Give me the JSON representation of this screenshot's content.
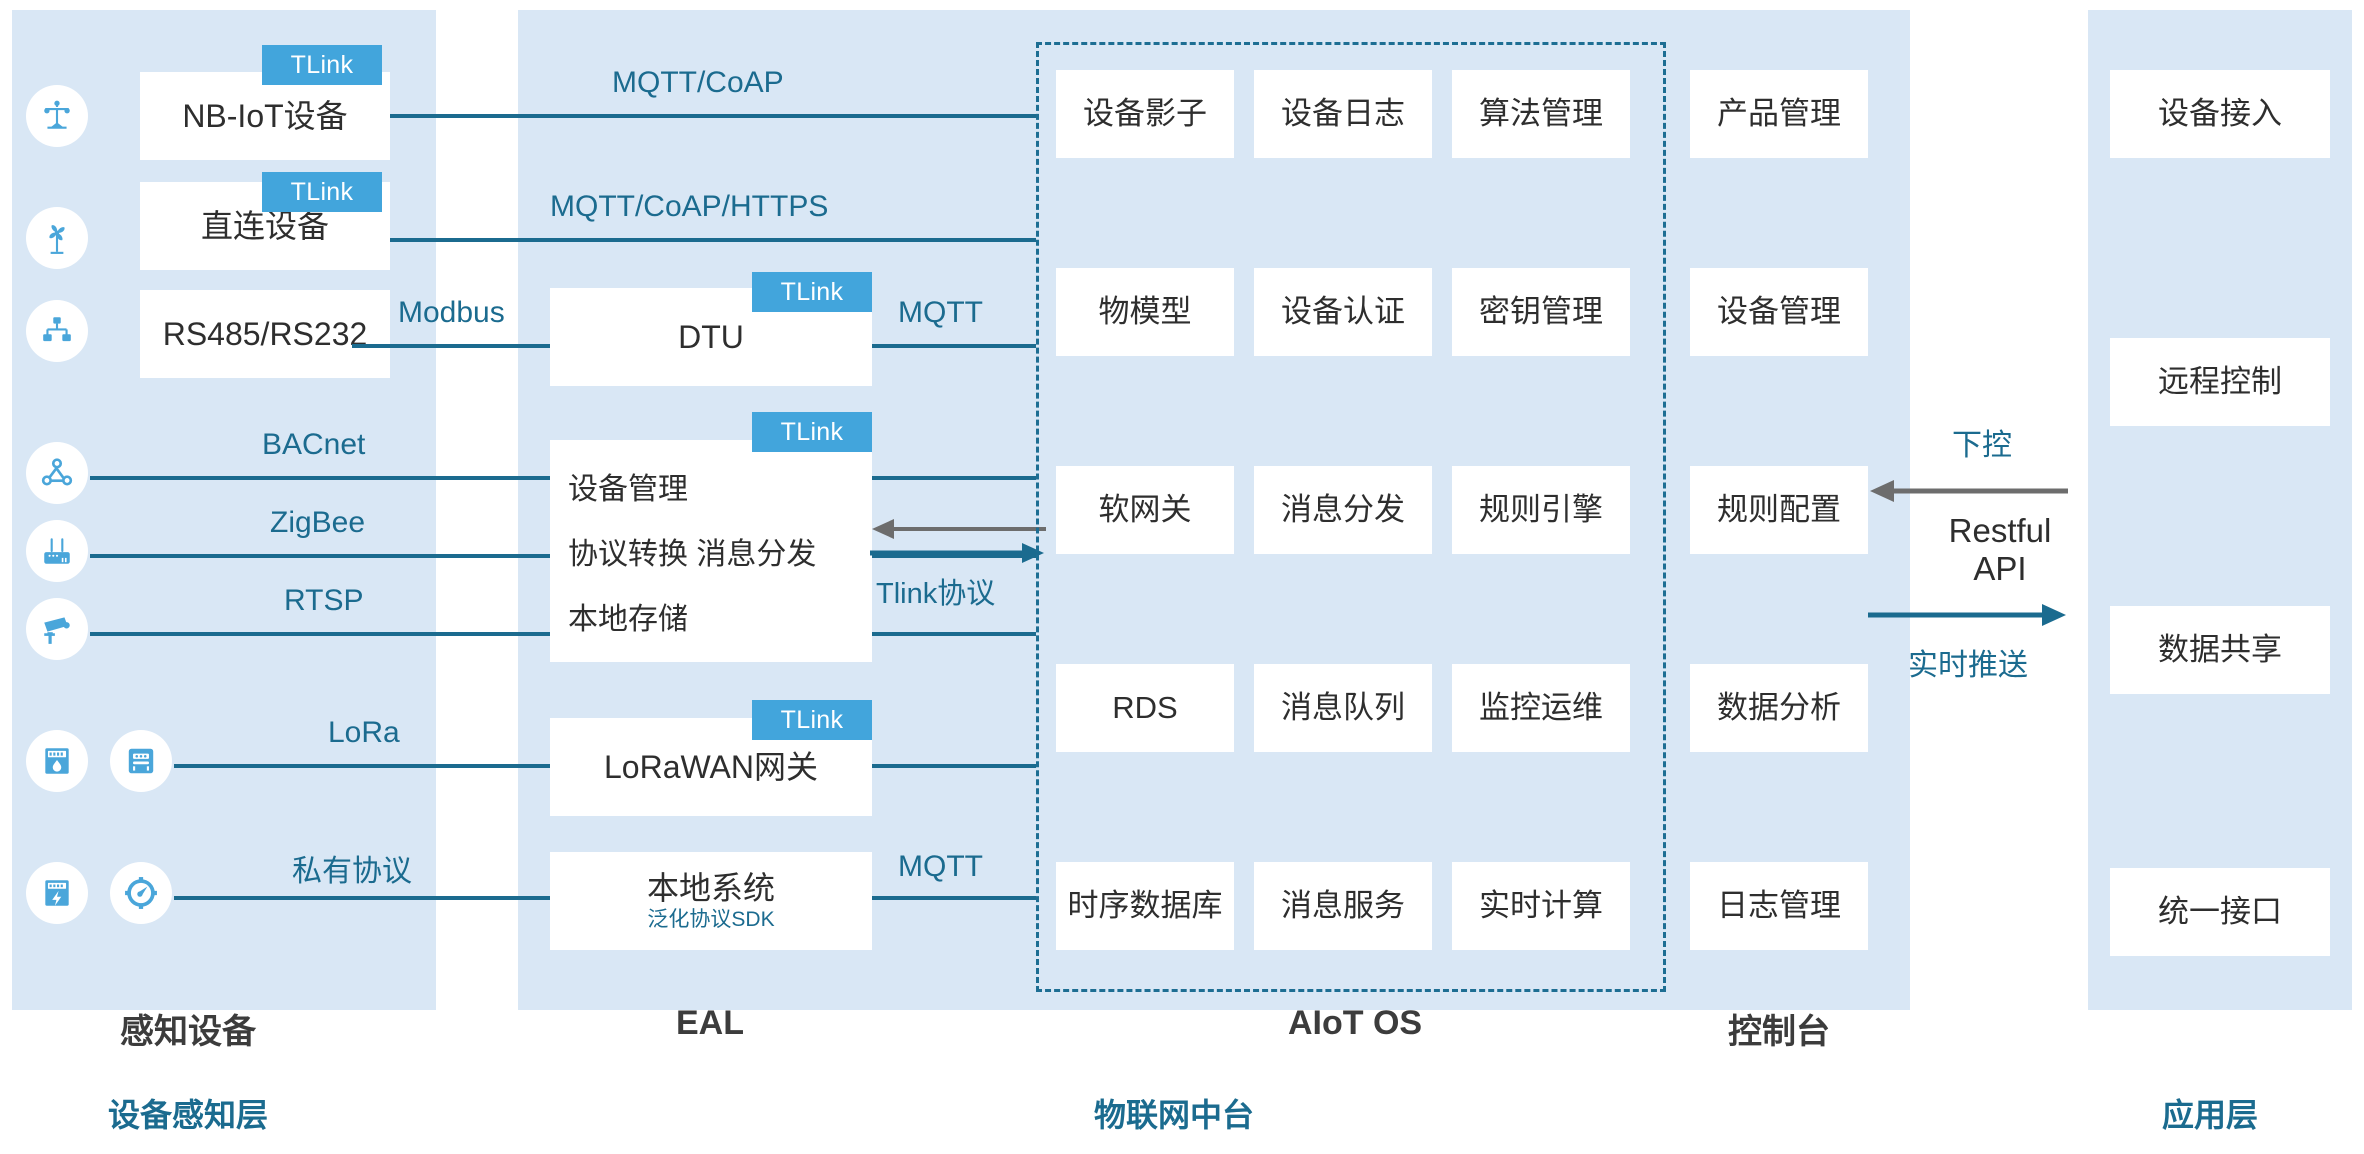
{
  "panels": {
    "sensing": {
      "column_title": "感知设备",
      "layer_title": "设备感知层"
    },
    "middle": {
      "eal_title": "EAL",
      "aiot_title": "AIoT OS",
      "console_title": "控制台",
      "layer_title": "物联网中台"
    },
    "application": {
      "layer_title": "应用层"
    }
  },
  "badge": {
    "tlink": "TLink"
  },
  "devices": [
    {
      "label": "NB-IoT设备",
      "icon": "nbiot-tower-icon",
      "protocol": "MQTT/CoAP"
    },
    {
      "label": "直连设备",
      "icon": "windmill-icon",
      "protocol": "MQTT/CoAP/HTTPS"
    },
    {
      "label": "RS485/RS232",
      "icon": "network-topology-icon",
      "protocol": "Modbus"
    }
  ],
  "bare_devices": [
    {
      "icon": "bacnet-node-icon",
      "protocol": "BACnet"
    },
    {
      "icon": "router-icon",
      "protocol": "ZigBee"
    },
    {
      "icon": "camera-icon",
      "protocol": "RTSP"
    },
    {
      "icon": "water-meter-icon",
      "icon2": "gas-meter-icon",
      "protocol": "LoRa"
    },
    {
      "icon": "electric-meter-icon",
      "icon2": "gauge-icon",
      "protocol": "私有协议"
    }
  ],
  "eal": {
    "dtu": {
      "label": "DTU",
      "badge": "TLink",
      "out_protocol": "MQTT"
    },
    "gateway": {
      "badge": "TLink",
      "rows": [
        "设备管理",
        "协议转换  消息分发",
        "本地存储"
      ],
      "out_protocol": "Tlink协议"
    },
    "lorawan": {
      "label": "LoRaWAN网关",
      "badge": "TLink"
    },
    "local_system": {
      "label": "本地系统",
      "sub": "泛化协议SDK",
      "out_protocol": "MQTT"
    }
  },
  "aiot_os_grid": [
    [
      "设备影子",
      "设备日志",
      "算法管理"
    ],
    [
      "物模型",
      "设备认证",
      "密钥管理"
    ],
    [
      "软网关",
      "消息分发",
      "规则引擎"
    ],
    [
      "RDS",
      "消息队列",
      "监控运维"
    ],
    [
      "时序数据库",
      "消息服务",
      "实时计算"
    ]
  ],
  "console_items": [
    "产品管理",
    "设备管理",
    "规则配置",
    "数据分析",
    "日志管理"
  ],
  "api_bridge": {
    "down_label": "下控",
    "title": "Restful\nAPI",
    "title_line1": "Restful",
    "title_line2": "API",
    "push_label": "实时推送"
  },
  "application_items": [
    "设备接入",
    "远程控制",
    "数据共享",
    "统一接口"
  ],
  "colors": {
    "panel_bg": "#d9e7f5",
    "accent_blue": "#42a5dc",
    "line_blue": "#1b6b8f",
    "arrow_gray": "#6d6d6d",
    "box_white": "#ffffff"
  }
}
